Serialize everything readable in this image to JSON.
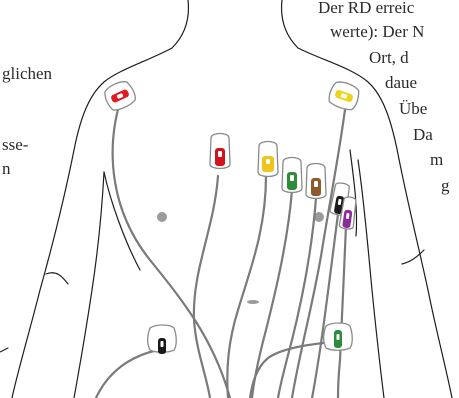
{
  "text_fragments": {
    "left": [
      "glichen",
      "sse-",
      "n"
    ],
    "right": [
      "Der RD erreic",
      "werte): Der N",
      "Ort, d",
      "daue",
      "Übe",
      "Da",
      "m",
      "g"
    ]
  },
  "electrodes": [
    {
      "id": "RA",
      "color": "#e01b24"
    },
    {
      "id": "LA",
      "color": "#f1d21a"
    },
    {
      "id": "V1",
      "color": "#d3121c"
    },
    {
      "id": "V2",
      "color": "#f0c41c"
    },
    {
      "id": "V3",
      "color": "#2e8b3a"
    },
    {
      "id": "V4",
      "color": "#8c5a2b"
    },
    {
      "id": "V5",
      "color": "#1a1a1a"
    },
    {
      "id": "V6",
      "color": "#8a2a9a"
    },
    {
      "id": "RL",
      "color": "#1a1a1a"
    },
    {
      "id": "LL",
      "color": "#2e8b3a"
    }
  ],
  "colors": {
    "outline": "#1e1e1e",
    "lead_wire": "#7a7a7a",
    "nipple": "#9b9b9b"
  }
}
